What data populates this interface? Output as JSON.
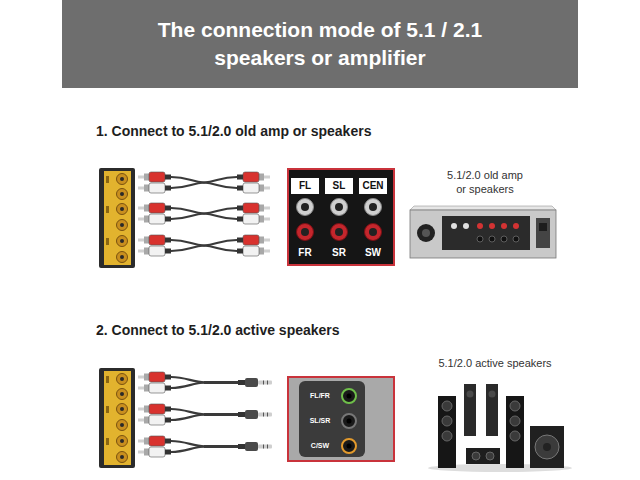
{
  "diagram": {
    "title": "The connection mode of 5.1 / 2.1 speakers or amplifier",
    "nodes": [
      {
        "text": [
          "FL",
          "SL",
          "CEN",
          "FR",
          "SR",
          "SW"
        ]
      },
      {
        "text": [
          "5.1/2.0 old amp or speakers"
        ]
      },
      {
        "text": [
          "FL/FR",
          "SL/SR",
          "C/SW"
        ]
      },
      {
        "text": [
          "5.1/2.0 active speakers"
        ]
      }
    ],
    "labels": [
      "1. Connect to 5.1/2.0 old amp or speakers",
      "2. Connect to 5.1/2.0 active speakers"
    ]
  }
}
